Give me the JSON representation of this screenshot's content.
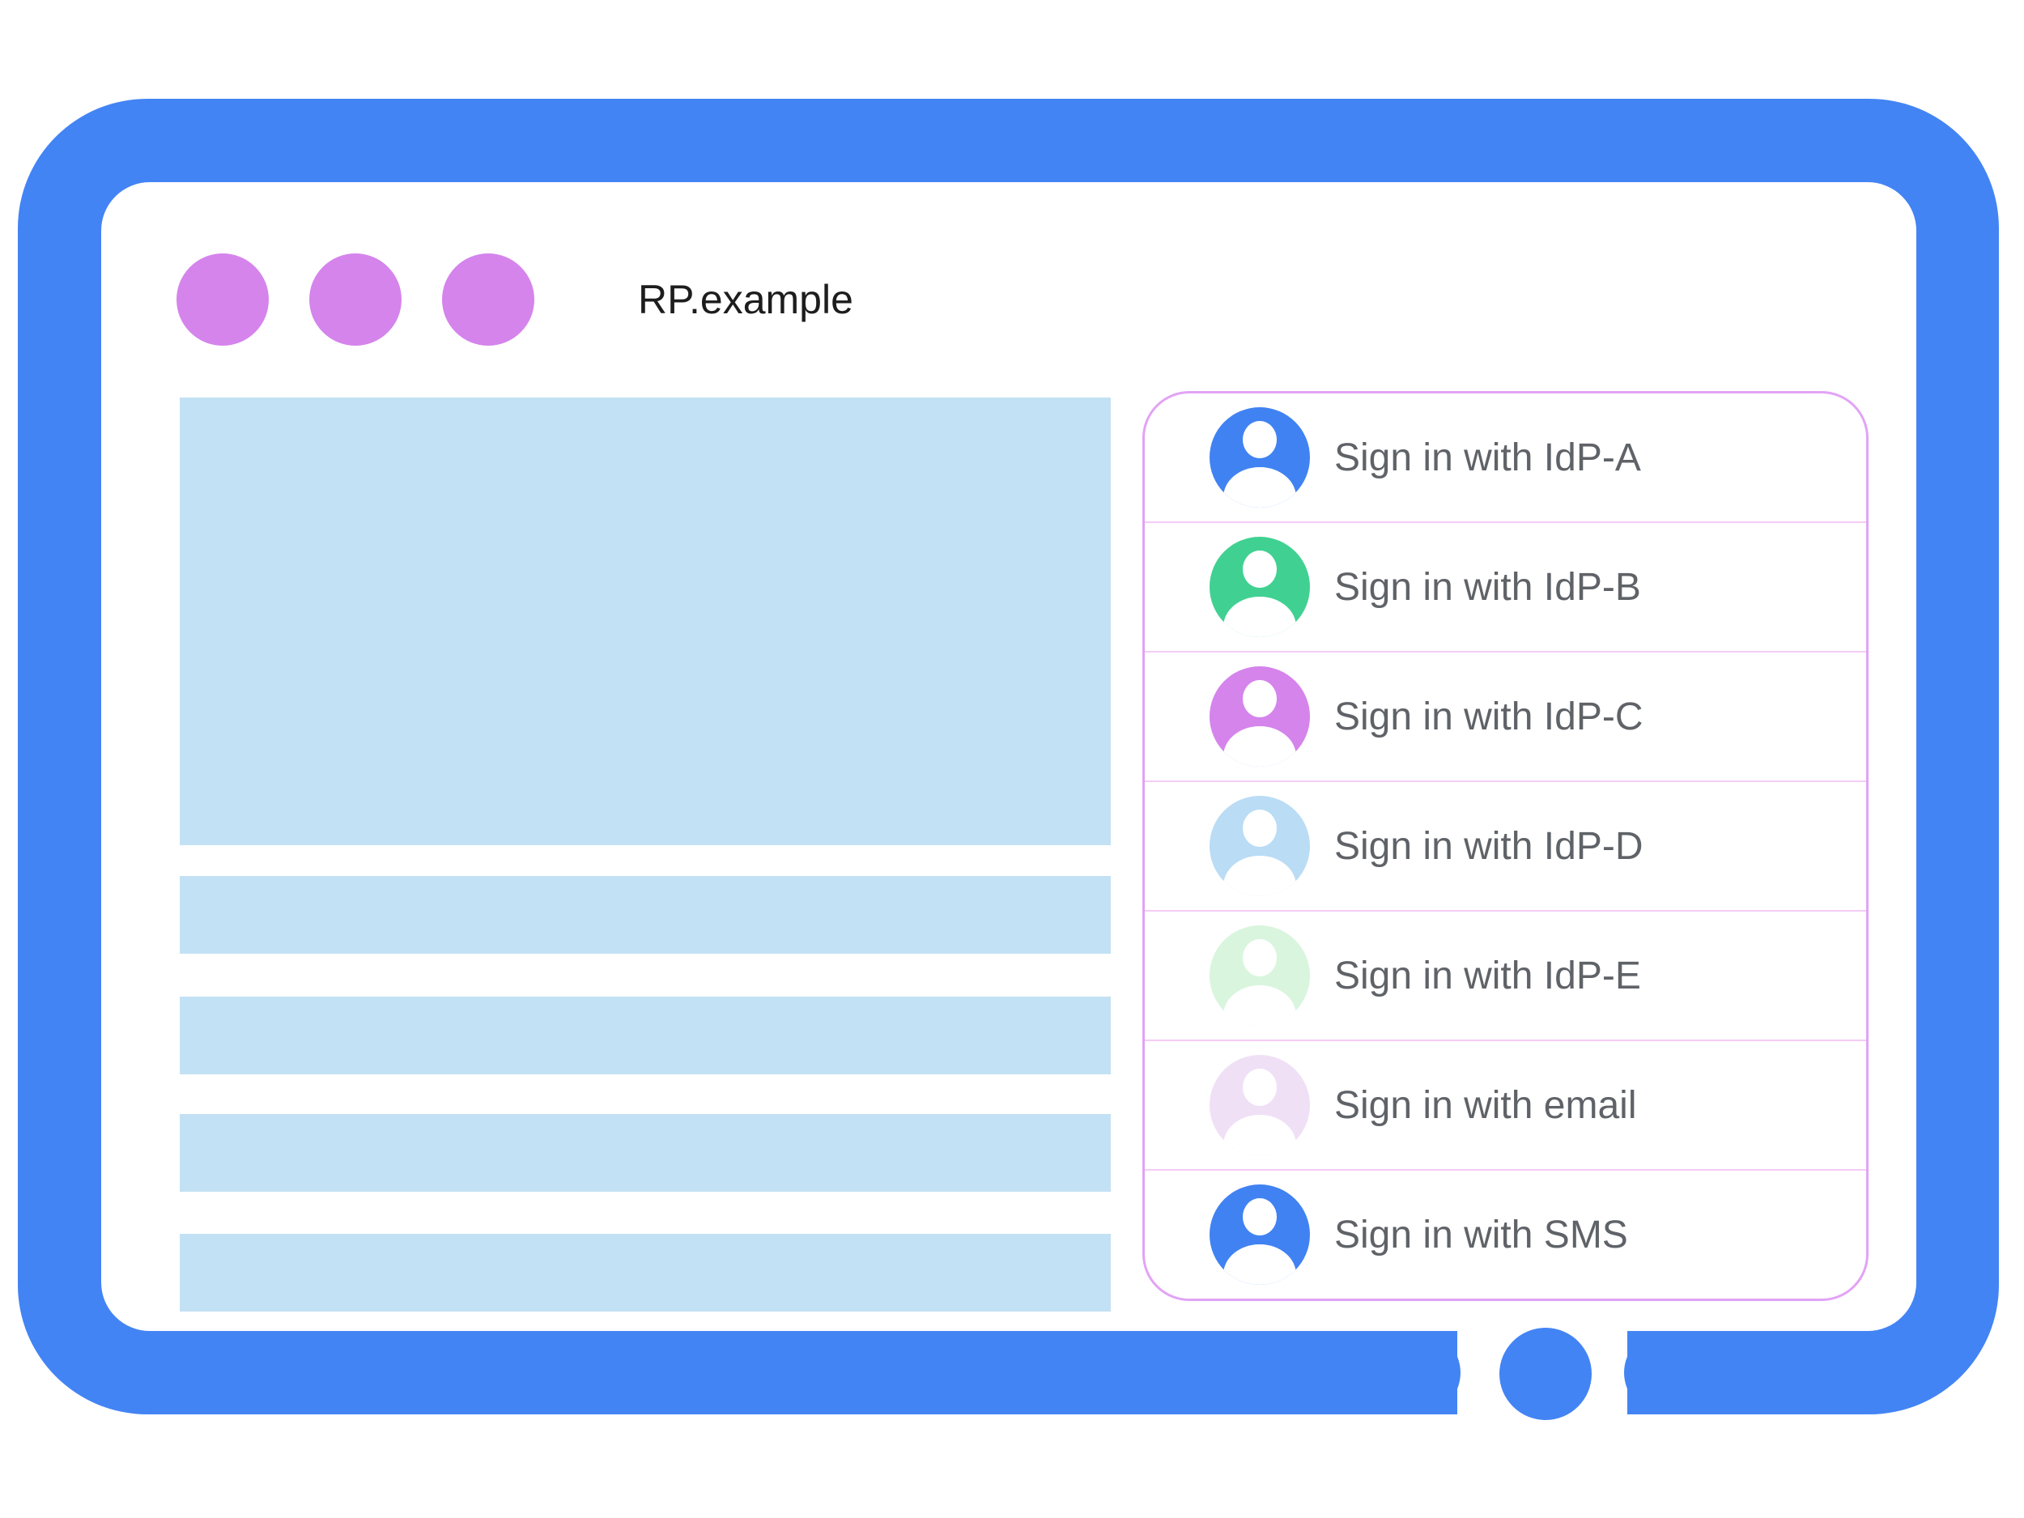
{
  "window": {
    "title": "RP.example",
    "titlebar_dots": 3,
    "dot_color": "#d584ec"
  },
  "frame": {
    "frame_color": "#4384f4",
    "home_button": true
  },
  "page_skeleton": {
    "hero_block_count": 1,
    "bar_count": 4,
    "bar_tops": [
      1082,
      1231,
      1376,
      1524
    ],
    "block_color": "#c3e1f4"
  },
  "signin_panel": {
    "border_color": "#e2a3f6",
    "separator_color": "#f4ccf6",
    "label_color": "#5f6368",
    "items": [
      {
        "label": "Sign in with IdP-A",
        "avatar_color": "#4082f2"
      },
      {
        "label": "Sign in with IdP-B",
        "avatar_color": "#40d192"
      },
      {
        "label": "Sign in with IdP-C",
        "avatar_color": "#d584ec"
      },
      {
        "label": "Sign in with IdP-D",
        "avatar_color": "#badcf5"
      },
      {
        "label": "Sign in with IdP-E",
        "avatar_color": "#d9f5de"
      },
      {
        "label": "Sign in with email",
        "avatar_color": "#f0e0f6"
      },
      {
        "label": "Sign in with SMS",
        "avatar_color": "#4082f2"
      }
    ]
  }
}
